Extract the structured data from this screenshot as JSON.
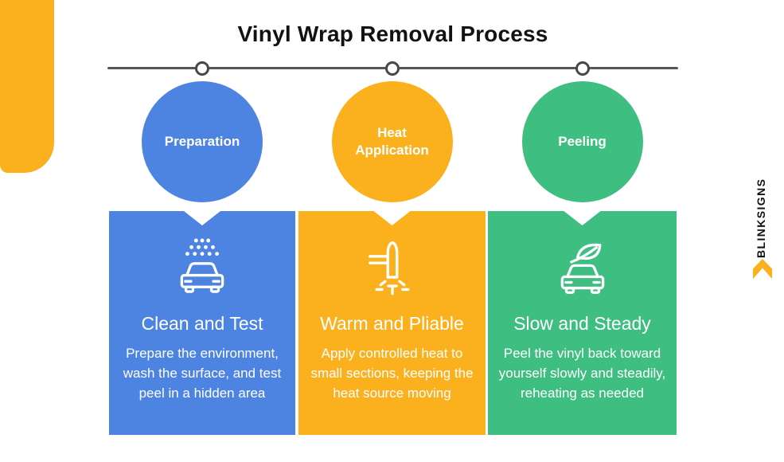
{
  "page": {
    "title": "Vinyl Wrap Removal Process"
  },
  "brand": {
    "name": "BLINKSIGNS",
    "mark_icon": "chevron-up-icon",
    "mark_color": "#FBB01E"
  },
  "colors": {
    "blue": "#4D84E2",
    "yellow": "#FBB01E",
    "green": "#3EBE81",
    "timeline_line": "#55575B",
    "background": "#FFFFFF",
    "card_text": "#FFFFFF",
    "title_text": "#121212"
  },
  "steps": [
    {
      "circle_label": "Preparation",
      "heading": "Clean and Test",
      "description": "Prepare the environment, wash the surface, and test peel in a hidden area",
      "icon": "car-wash-icon",
      "color": "#4D84E2"
    },
    {
      "circle_label": "Heat Application",
      "heading": "Warm and Pliable",
      "description": "Apply controlled heat to small sections, keeping the heat source moving",
      "icon": "heat-gun-icon",
      "color": "#FBB01E"
    },
    {
      "circle_label": "Peeling",
      "heading": "Slow and Steady",
      "description": "Peel the vinyl back toward yourself slowly and steadily, reheating as needed",
      "icon": "eco-car-icon",
      "color": "#3EBE81"
    }
  ]
}
